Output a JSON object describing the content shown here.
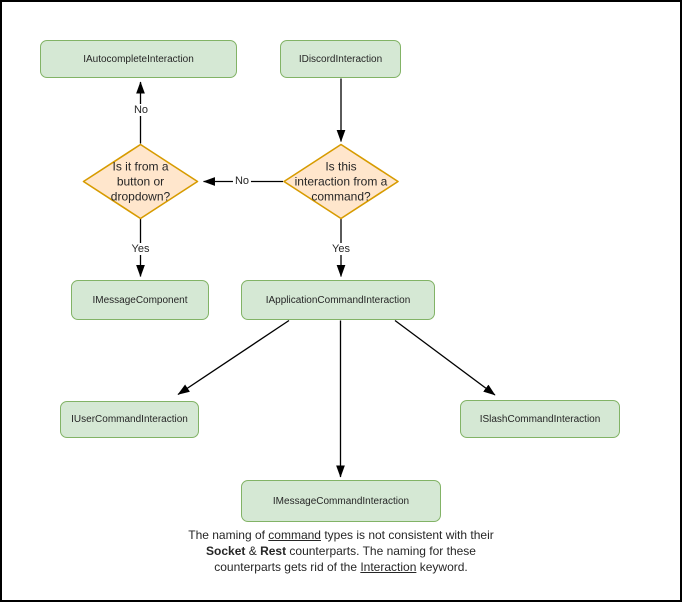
{
  "diagram": {
    "colors": {
      "node_fill": "#d5e8d4",
      "node_border": "#82b366",
      "decision_fill": "#ffe6cc",
      "decision_border": "#d79b00",
      "arrow_color": "#000000",
      "text_color": "#262626"
    },
    "nodes": {
      "autocomplete": {
        "label": "IAutocompleteInteraction"
      },
      "discord": {
        "label": "IDiscordInteraction"
      },
      "message_component": {
        "label": "IMessageComponent"
      },
      "application_command": {
        "label": "IApplicationCommandInteraction"
      },
      "user_command": {
        "label": "IUserCommandInteraction"
      },
      "slash_command": {
        "label": "ISlashCommandInteraction"
      },
      "message_command": {
        "label": "IMessageCommandInteraction"
      }
    },
    "decisions": {
      "button_dropdown": {
        "label": "Is it from a button or dropdown?",
        "lines": [
          "Is it from a",
          "button or",
          "dropdown?"
        ]
      },
      "from_command": {
        "label": "Is this interaction from a command?",
        "lines": [
          "Is this",
          "interaction from a",
          "command?"
        ]
      }
    },
    "edge_labels": {
      "no_top": "No",
      "no_mid": "No",
      "yes_left": "Yes",
      "yes_right": "Yes"
    }
  },
  "note": {
    "line1": {
      "pre": "The naming of ",
      "underlined": "command",
      "post": " types is not consistent with their"
    },
    "line2": {
      "bold1": "Socket",
      "amp": " & ",
      "bold2": "Rest",
      "post": " counterparts. The naming for these"
    },
    "line3": {
      "pre": "counterparts gets rid of the ",
      "underlined": "Interaction",
      "post": " keyword."
    }
  }
}
